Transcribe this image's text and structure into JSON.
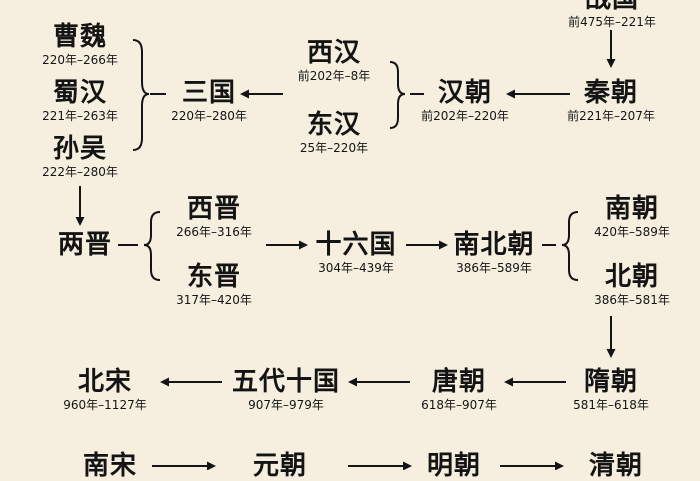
{
  "nodes": {
    "zhanguo": {
      "name": "战国",
      "years": "前475年–221年"
    },
    "qin": {
      "name": "秦朝",
      "years": "前221年–207年"
    },
    "xihan": {
      "name": "西汉",
      "years": "前202年–8年"
    },
    "donghan": {
      "name": "东汉",
      "years": "25年–220年"
    },
    "han": {
      "name": "汉朝",
      "years": "前202年–220年"
    },
    "sanguo": {
      "name": "三国",
      "years": "220年–280年"
    },
    "caowei": {
      "name": "曹魏",
      "years": "220年–266年"
    },
    "shuhan": {
      "name": "蜀汉",
      "years": "221年–263年"
    },
    "sunwu": {
      "name": "孙吴",
      "years": "222年–280年"
    },
    "liangjin": {
      "name": "两晋",
      "years": ""
    },
    "xijin": {
      "name": "西晋",
      "years": "266年–316年"
    },
    "dongjin": {
      "name": "东晋",
      "years": "317年–420年"
    },
    "shiliuguo": {
      "name": "十六国",
      "years": "304年–439年"
    },
    "nanbeichao": {
      "name": "南北朝",
      "years": "386年–589年"
    },
    "nanchao": {
      "name": "南朝",
      "years": "420年–589年"
    },
    "beichao": {
      "name": "北朝",
      "years": "386年–581年"
    },
    "sui": {
      "name": "隋朝",
      "years": "581年–618年"
    },
    "tang": {
      "name": "唐朝",
      "years": "618年–907年"
    },
    "wudai": {
      "name": "五代十国",
      "years": "907年–979年"
    },
    "beisong": {
      "name": "北宋",
      "years": "960年–1127年"
    },
    "nansong": {
      "name": "南宋",
      "years": ""
    },
    "yuan": {
      "name": "元朝",
      "years": ""
    },
    "ming": {
      "name": "明朝",
      "years": ""
    },
    "qing": {
      "name": "清朝",
      "years": ""
    }
  }
}
